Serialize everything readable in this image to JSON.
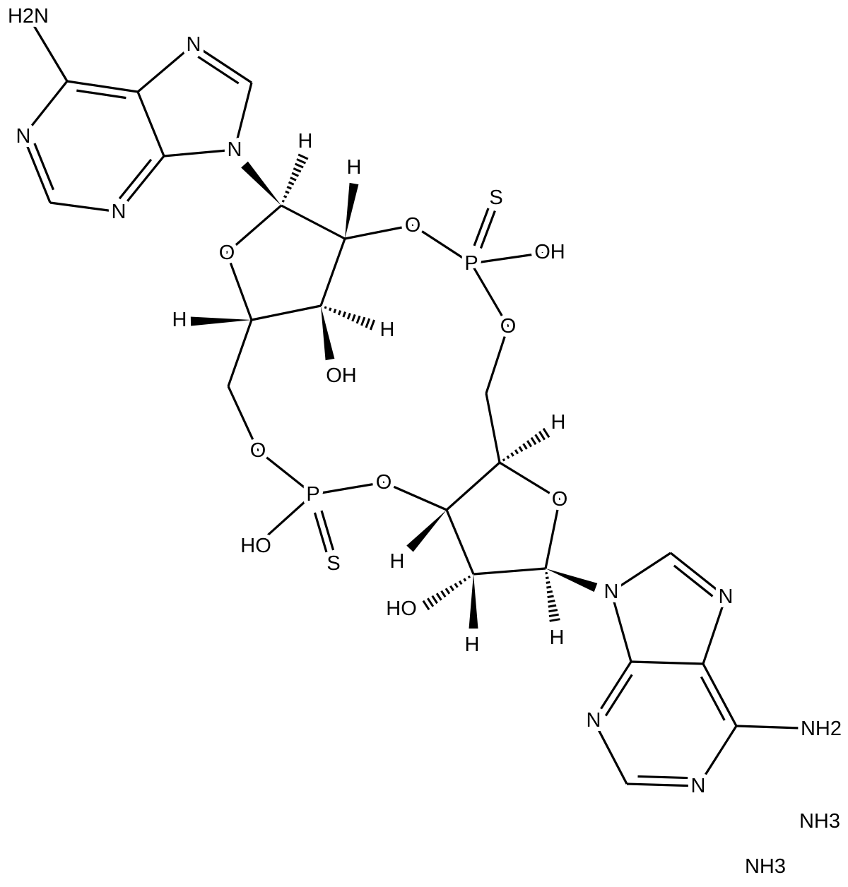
{
  "molecule": {
    "labels": {
      "nh2_top": "H2N",
      "n7_top": "N",
      "n1_top": "N",
      "n9_top": "N",
      "n3_top": "N",
      "h1_top": "H",
      "h2_top": "H",
      "o4_top": "O",
      "h4_top": "H",
      "h3_top": "H",
      "oh3_top": "OH",
      "o3_top": "O",
      "p_top": "P",
      "s_top": "S",
      "oh_p_top": "OH",
      "o5_right": "O",
      "o5_left": "O",
      "p_bottom": "P",
      "o3_bottom": "O",
      "ho_p_bottom": "HO",
      "s_bottom": "S",
      "h4_bottom": "H",
      "o4_bottom": "O",
      "h3_bottom": "H",
      "ho2_bottom": "HO",
      "h2_bottom": "H",
      "h1_bottom": "H",
      "n9_bottom": "N",
      "n7_bottom": "N",
      "n3_bottom": "N",
      "n1_bottom": "N",
      "nh2_bottom": "NH2",
      "nh3_a": "NH3",
      "nh3_b": "NH3"
    }
  }
}
